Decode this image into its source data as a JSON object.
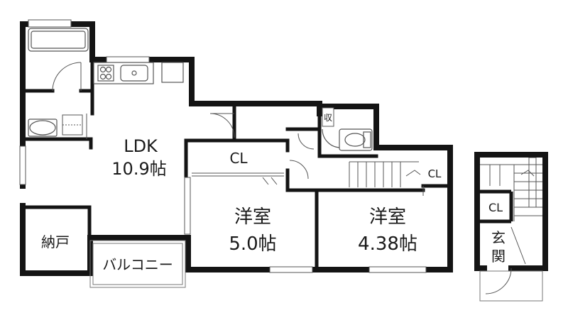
{
  "rooms": {
    "ldk": {
      "name": "LDK",
      "size": "10.9帖"
    },
    "western1": {
      "name": "洋室",
      "size": "5.0帖"
    },
    "western2": {
      "name": "洋室",
      "size": "4.38帖"
    },
    "storage": {
      "name": "納戸"
    },
    "balcony": {
      "name": "バルコニー"
    },
    "entrance": {
      "line1": "玄",
      "line2": "関"
    },
    "closet_main": {
      "name": "CL"
    },
    "closet_stair": {
      "name": "CL"
    },
    "closet_entrance": {
      "name": "CL"
    },
    "storage_small": {
      "name": "収"
    }
  },
  "colors": {
    "wall": "#141414",
    "line": "#555555",
    "background": "#ffffff"
  }
}
